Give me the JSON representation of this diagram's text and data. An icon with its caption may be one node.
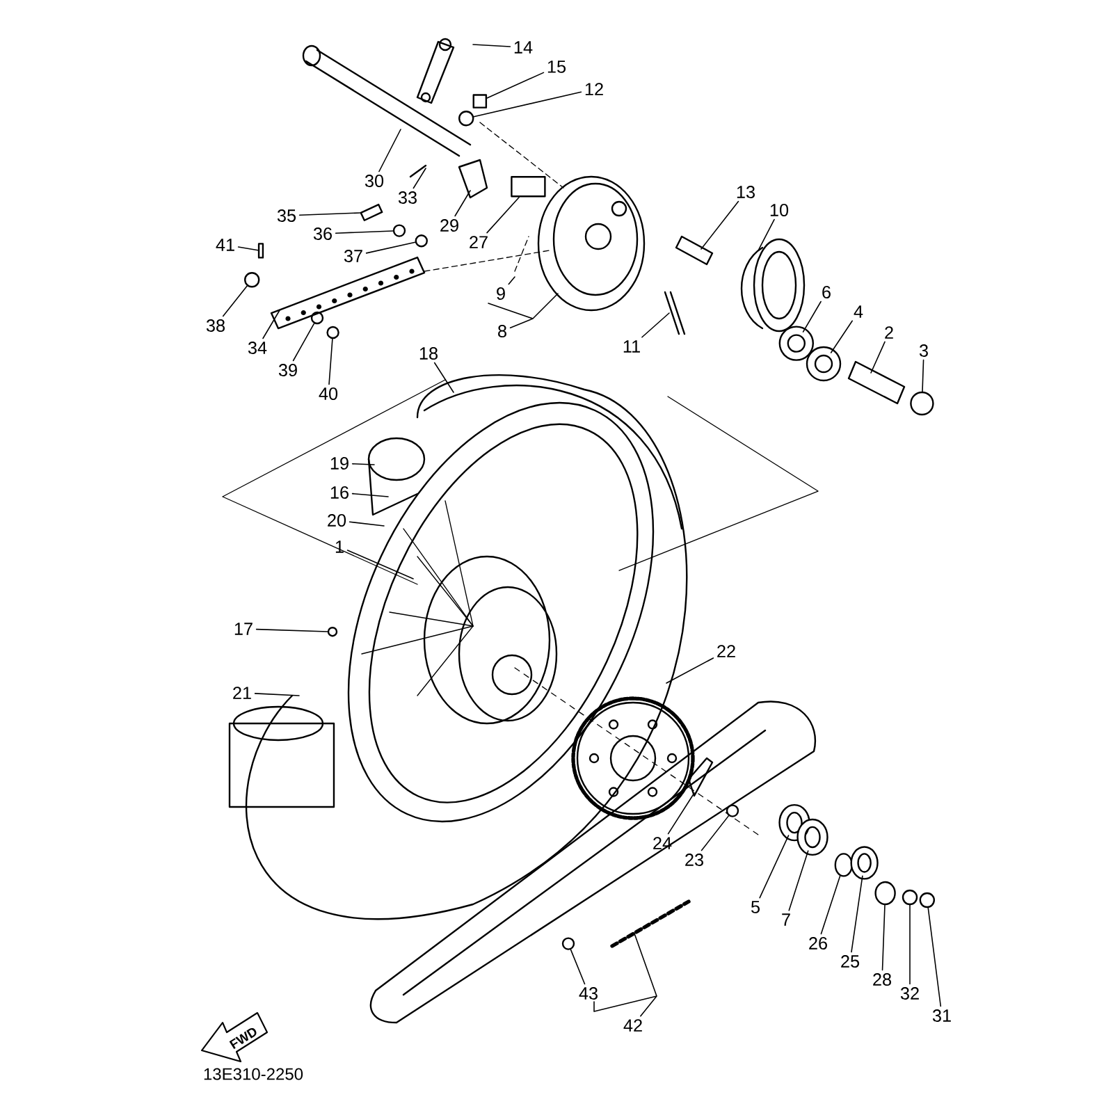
{
  "diagram": {
    "nodes": [
      {
        "text": [
          "14"
        ]
      },
      {
        "text": [
          "15"
        ]
      },
      {
        "text": [
          "12"
        ]
      },
      {
        "text": [
          "30"
        ]
      },
      {
        "text": [
          "33"
        ]
      },
      {
        "text": [
          "35"
        ]
      },
      {
        "text": [
          "29"
        ]
      },
      {
        "text": [
          "36"
        ]
      },
      {
        "text": [
          "27"
        ]
      },
      {
        "text": [
          "13"
        ]
      },
      {
        "text": [
          "10"
        ]
      },
      {
        "text": [
          "37"
        ]
      },
      {
        "text": [
          "41"
        ]
      },
      {
        "text": [
          "9"
        ]
      },
      {
        "text": [
          "38"
        ]
      },
      {
        "text": [
          "8"
        ]
      },
      {
        "text": [
          "34"
        ]
      },
      {
        "text": [
          "11"
        ]
      },
      {
        "text": [
          "6"
        ]
      },
      {
        "text": [
          "4"
        ]
      },
      {
        "text": [
          "2"
        ]
      },
      {
        "text": [
          "3"
        ]
      },
      {
        "text": [
          "39"
        ]
      },
      {
        "text": [
          "40"
        ]
      },
      {
        "text": [
          "18"
        ]
      },
      {
        "text": [
          "19"
        ]
      },
      {
        "text": [
          "16"
        ]
      },
      {
        "text": [
          "20"
        ]
      },
      {
        "text": [
          "1"
        ]
      },
      {
        "text": [
          "17"
        ]
      },
      {
        "text": [
          "22"
        ]
      },
      {
        "text": [
          "21"
        ]
      },
      {
        "text": [
          "24"
        ]
      },
      {
        "text": [
          "23"
        ]
      },
      {
        "text": [
          "5"
        ]
      },
      {
        "text": [
          "7"
        ]
      },
      {
        "text": [
          "26"
        ]
      },
      {
        "text": [
          "25"
        ]
      },
      {
        "text": [
          "28"
        ]
      },
      {
        "text": [
          "32"
        ]
      },
      {
        "text": [
          "31"
        ]
      },
      {
        "text": [
          "43"
        ]
      },
      {
        "text": [
          "42"
        ]
      },
      {
        "text": [],
        "shape": "box"
      },
      {
        "text": [],
        "shape": "circle"
      },
      {
        "text": [],
        "shape": "box"
      },
      {
        "text": [],
        "shape": "circle"
      },
      {
        "text": [],
        "shape": "cylinder"
      },
      {
        "text": [],
        "shape": "circle"
      },
      {
        "text": [],
        "shape": "circle"
      },
      {
        "text": [],
        "shape": "circle"
      },
      {
        "text": [],
        "shape": "circle"
      },
      {
        "text": [],
        "shape": "circle"
      },
      {
        "text": [],
        "shape": "circle"
      },
      {
        "text": [],
        "shape": "circle"
      },
      {
        "text": [],
        "shape": "circle"
      },
      {
        "text": [],
        "shape": "circle"
      },
      {
        "text": [],
        "shape": "circle"
      },
      {
        "text": [],
        "shape": "circle"
      },
      {
        "text": [],
        "shape": "circle"
      },
      {
        "text": [],
        "shape": "circle"
      },
      {
        "text": [],
        "shape": "circle"
      },
      {
        "text": [],
        "shape": "circle"
      },
      {
        "text": [],
        "shape": "circle"
      },
      {
        "text": [],
        "shape": "circle"
      },
      {
        "text": [],
        "shape": "bar"
      }
    ],
    "edges": [
      {
        "from": 0,
        "to": null,
        "arrow": "none"
      },
      {
        "from": 1,
        "to": 43,
        "arrow": "none"
      },
      {
        "from": 2,
        "to": 44,
        "arrow": "none"
      },
      {
        "from": 3,
        "to": null,
        "arrow": "none"
      },
      {
        "from": 4,
        "to": null,
        "arrow": "none"
      },
      {
        "from": 5,
        "to": 45,
        "arrow": "none"
      },
      {
        "from": 6,
        "to": null,
        "arrow": "none"
      },
      {
        "from": 7,
        "to": 46,
        "arrow": "none"
      },
      {
        "from": 8,
        "to": 47,
        "arrow": "none"
      },
      {
        "from": 9,
        "to": null,
        "arrow": "none"
      },
      {
        "from": 10,
        "to": null,
        "arrow": "none"
      },
      {
        "from": 11,
        "to": 48,
        "arrow": "none"
      },
      {
        "from": 12,
        "to": 65,
        "arrow": "none"
      },
      {
        "from": 13,
        "to": null,
        "arrow": "none"
      },
      {
        "from": 14,
        "to": 49,
        "arrow": "none"
      },
      {
        "from": 15,
        "to": null,
        "arrow": "none"
      },
      {
        "from": 16,
        "to": null,
        "arrow": "none"
      },
      {
        "from": 17,
        "to": null,
        "arrow": "none"
      },
      {
        "from": 18,
        "to": 50,
        "arrow": "none"
      },
      {
        "from": 19,
        "to": 51,
        "arrow": "none"
      },
      {
        "from": 20,
        "to": null,
        "arrow": "none"
      },
      {
        "from": 21,
        "to": 52,
        "arrow": "none"
      },
      {
        "from": 22,
        "to": 53,
        "arrow": "none"
      },
      {
        "from": 23,
        "to": 54,
        "arrow": "none"
      },
      {
        "from": 24,
        "to": null,
        "arrow": "none"
      },
      {
        "from": 25,
        "to": null,
        "arrow": "none"
      },
      {
        "from": 26,
        "to": null,
        "arrow": "none"
      },
      {
        "from": 27,
        "to": null,
        "arrow": "none"
      },
      {
        "from": 28,
        "to": null,
        "arrow": "none"
      },
      {
        "from": 29,
        "to": 55,
        "arrow": "none"
      },
      {
        "from": 30,
        "to": null,
        "arrow": "none"
      },
      {
        "from": 31,
        "to": null,
        "arrow": "none"
      },
      {
        "from": 32,
        "to": null,
        "arrow": "none"
      },
      {
        "from": 33,
        "to": 56,
        "arrow": "none"
      },
      {
        "from": 34,
        "to": 57,
        "arrow": "none"
      },
      {
        "from": 35,
        "to": 58,
        "arrow": "none"
      },
      {
        "from": 36,
        "to": 59,
        "arrow": "none"
      },
      {
        "from": 37,
        "to": 60,
        "arrow": "none"
      },
      {
        "from": 38,
        "to": 61,
        "arrow": "none"
      },
      {
        "from": 39,
        "to": 62,
        "arrow": "none"
      },
      {
        "from": 40,
        "to": 63,
        "arrow": "none"
      },
      {
        "from": 41,
        "to": 64,
        "arrow": "none"
      },
      {
        "from": 42,
        "to": null,
        "arrow": "none"
      }
    ],
    "labels": [
      "FWD",
      "13E310-2250"
    ]
  }
}
